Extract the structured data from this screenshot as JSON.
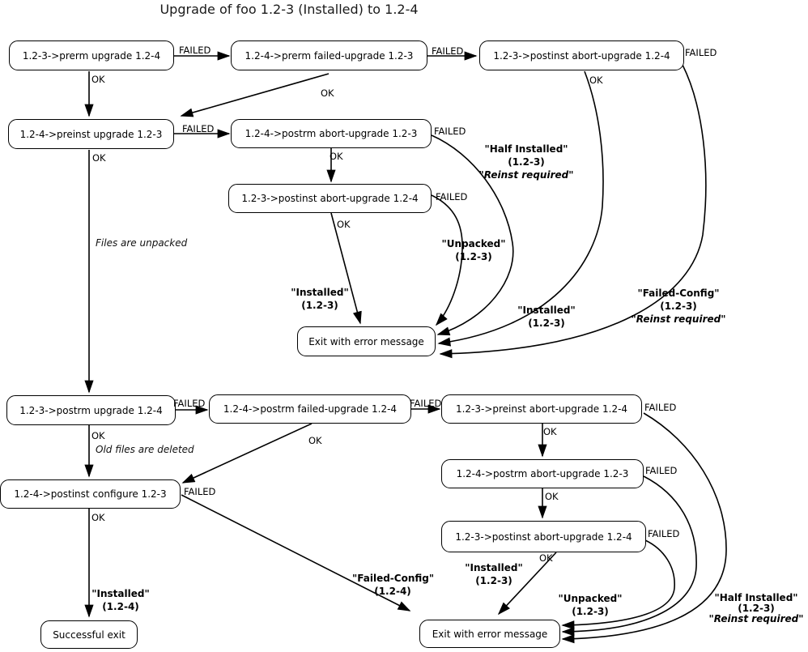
{
  "title": "Upgrade of foo 1.2-3 (Installed) to 1.2-4",
  "outcomes": {
    "ok": "OK",
    "failed": "FAILED"
  },
  "nodes": [
    {
      "id": "prerm-upgrade",
      "label": "1.2-3->prerm upgrade 1.2-4"
    },
    {
      "id": "prerm-failed-upgrade",
      "label": "1.2-4->prerm failed-upgrade 1.2-3"
    },
    {
      "id": "postinst-abort-upgrade-top",
      "label": "1.2-3->postinst abort-upgrade 1.2-4"
    },
    {
      "id": "preinst-upgrade",
      "label": "1.2-4->preinst upgrade 1.2-3"
    },
    {
      "id": "postrm-abort-upgrade-mid",
      "label": "1.2-4->postrm abort-upgrade 1.2-3"
    },
    {
      "id": "postinst-abort-upgrade-mid",
      "label": "1.2-3->postinst abort-upgrade 1.2-4"
    },
    {
      "id": "exit-error-upper",
      "label": "Exit with error message"
    },
    {
      "id": "postrm-upgrade",
      "label": "1.2-3->postrm upgrade 1.2-4"
    },
    {
      "id": "postrm-failed-upgrade",
      "label": "1.2-4->postrm failed-upgrade 1.2-4"
    },
    {
      "id": "preinst-abort-upgrade",
      "label": "1.2-3->preinst abort-upgrade 1.2-4"
    },
    {
      "id": "postinst-configure",
      "label": "1.2-4->postinst configure 1.2-3"
    },
    {
      "id": "postrm-abort-upgrade-bottom",
      "label": "1.2-4->postrm abort-upgrade 1.2-3"
    },
    {
      "id": "postinst-abort-upgrade-bottom",
      "label": "1.2-3->postinst abort-upgrade 1.2-4"
    },
    {
      "id": "successful-exit",
      "label": "Successful exit"
    },
    {
      "id": "exit-error-lower",
      "label": "Exit with error message"
    }
  ],
  "state_labels": [
    {
      "state": "\"Half Installed\"",
      "version": "(1.2-3)",
      "extra": "\"Reinst required\""
    },
    {
      "state": "\"Unpacked\"",
      "version": "(1.2-3)"
    },
    {
      "state": "\"Installed\"",
      "version": "(1.2-3)"
    },
    {
      "state": "\"Installed\"",
      "version": "(1.2-3)"
    },
    {
      "state": "\"Failed-Config\"",
      "version": "(1.2-3)",
      "extra": "\"Reinst required\""
    },
    {
      "state": "\"Installed\"",
      "version": "(1.2-4)"
    },
    {
      "state": "\"Failed-Config\"",
      "version": "(1.2-4)"
    },
    {
      "state": "\"Installed\"",
      "version": "(1.2-3)"
    },
    {
      "state": "\"Unpacked\"",
      "version": "(1.2-3)"
    },
    {
      "state": "\"Half Installed\"",
      "version": "(1.2-3)",
      "extra": "\"Reinst required\""
    }
  ],
  "annotations": {
    "files_unpacked": "Files are unpacked",
    "old_files_deleted": "Old files are deleted"
  },
  "edges": [
    {
      "from": "1.2-3->prerm upgrade 1.2-4",
      "outcome": "FAILED",
      "to": "1.2-4->prerm failed-upgrade 1.2-3"
    },
    {
      "from": "1.2-3->prerm upgrade 1.2-4",
      "outcome": "OK",
      "to": "1.2-4->preinst upgrade 1.2-3"
    },
    {
      "from": "1.2-4->prerm failed-upgrade 1.2-3",
      "outcome": "FAILED",
      "to": "1.2-3->postinst abort-upgrade 1.2-4 (top)"
    },
    {
      "from": "1.2-4->prerm failed-upgrade 1.2-3",
      "outcome": "OK",
      "to": "1.2-4->preinst upgrade 1.2-3"
    },
    {
      "from": "1.2-3->postinst abort-upgrade 1.2-4 (top)",
      "outcome": "OK",
      "to": "Exit with error message (upper)",
      "result": "\"Installed\" (1.2-3)"
    },
    {
      "from": "1.2-3->postinst abort-upgrade 1.2-4 (top)",
      "outcome": "FAILED",
      "to": "Exit with error message (upper)",
      "result": "\"Failed-Config\" (1.2-3) \"Reinst required\""
    },
    {
      "from": "1.2-4->preinst upgrade 1.2-3",
      "outcome": "FAILED",
      "to": "1.2-4->postrm abort-upgrade 1.2-3 (mid)"
    },
    {
      "from": "1.2-4->preinst upgrade 1.2-3",
      "outcome": "OK",
      "to": "1.2-3->postrm upgrade 1.2-4",
      "note": "Files are unpacked"
    },
    {
      "from": "1.2-4->postrm abort-upgrade 1.2-3 (mid)",
      "outcome": "OK",
      "to": "1.2-3->postinst abort-upgrade 1.2-4 (mid)"
    },
    {
      "from": "1.2-4->postrm abort-upgrade 1.2-3 (mid)",
      "outcome": "FAILED",
      "to": "Exit with error message (upper)",
      "result": "\"Half Installed\" (1.2-3) \"Reinst required\""
    },
    {
      "from": "1.2-3->postinst abort-upgrade 1.2-4 (mid)",
      "outcome": "OK",
      "to": "Exit with error message (upper)",
      "result": "\"Installed\" (1.2-3)"
    },
    {
      "from": "1.2-3->postinst abort-upgrade 1.2-4 (mid)",
      "outcome": "FAILED",
      "to": "Exit with error message (upper)",
      "result": "\"Unpacked\" (1.2-3)"
    },
    {
      "from": "1.2-3->postrm upgrade 1.2-4",
      "outcome": "FAILED",
      "to": "1.2-4->postrm failed-upgrade 1.2-4"
    },
    {
      "from": "1.2-3->postrm upgrade 1.2-4",
      "outcome": "OK",
      "to": "1.2-4->postinst configure 1.2-3",
      "note": "Old files are deleted"
    },
    {
      "from": "1.2-4->postrm failed-upgrade 1.2-4",
      "outcome": "FAILED",
      "to": "1.2-3->preinst abort-upgrade 1.2-4"
    },
    {
      "from": "1.2-4->postrm failed-upgrade 1.2-4",
      "outcome": "OK",
      "to": "1.2-4->postinst configure 1.2-3"
    },
    {
      "from": "1.2-3->preinst abort-upgrade 1.2-4",
      "outcome": "OK",
      "to": "1.2-4->postrm abort-upgrade 1.2-3 (bottom)"
    },
    {
      "from": "1.2-3->preinst abort-upgrade 1.2-4",
      "outcome": "FAILED",
      "to": "Exit with error message (lower)",
      "result": "\"Half Installed\" (1.2-3) \"Reinst required\""
    },
    {
      "from": "1.2-4->postrm abort-upgrade 1.2-3 (bottom)",
      "outcome": "OK",
      "to": "1.2-3->postinst abort-upgrade 1.2-4 (bottom)"
    },
    {
      "from": "1.2-4->postrm abort-upgrade 1.2-3 (bottom)",
      "outcome": "FAILED",
      "to": "Exit with error message (lower)",
      "result": "\"Half Installed\" (1.2-3) \"Reinst required\""
    },
    {
      "from": "1.2-3->postinst abort-upgrade 1.2-4 (bottom)",
      "outcome": "OK",
      "to": "Exit with error message (lower)",
      "result": "\"Installed\" (1.2-3)"
    },
    {
      "from": "1.2-3->postinst abort-upgrade 1.2-4 (bottom)",
      "outcome": "FAILED",
      "to": "Exit with error message (lower)",
      "result": "\"Unpacked\" (1.2-3)"
    },
    {
      "from": "1.2-4->postinst configure 1.2-3",
      "outcome": "OK",
      "to": "Successful exit",
      "result": "\"Installed\" (1.2-4)"
    },
    {
      "from": "1.2-4->postinst configure 1.2-3",
      "outcome": "FAILED",
      "to": "Exit with error message (lower)",
      "result": "\"Failed-Config\" (1.2-4)"
    }
  ]
}
